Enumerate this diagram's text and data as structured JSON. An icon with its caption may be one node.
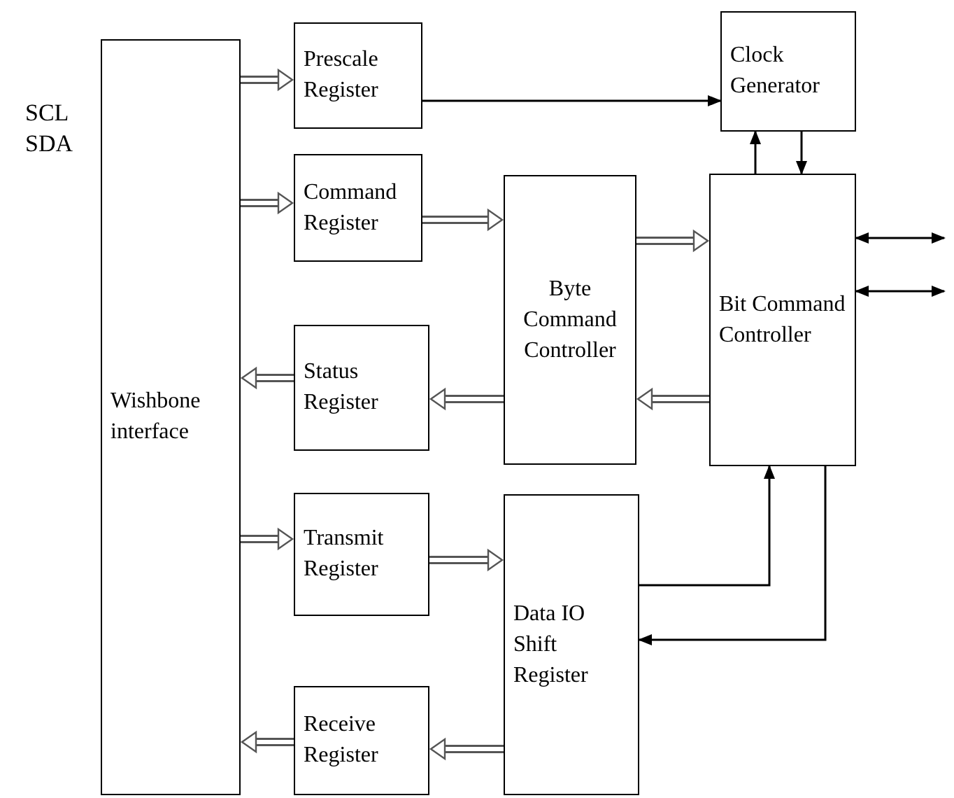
{
  "diagram": {
    "nodes": [
      {
        "text": [
          "Wishbone interface"
        ]
      },
      {
        "text": [
          "Prescale Register"
        ]
      },
      {
        "text": [
          "Clock Generator"
        ]
      },
      {
        "text": [
          "Command Register"
        ]
      },
      {
        "text": [
          "Byte Command Controller"
        ]
      },
      {
        "text": [
          "Bit Command Controller"
        ]
      },
      {
        "text": [
          "Status Register"
        ]
      },
      {
        "text": [
          "Transmit Register"
        ]
      },
      {
        "text": [
          "Data IO Shift Register"
        ]
      },
      {
        "text": [
          "Receive Register"
        ]
      }
    ],
    "edges": [
      {
        "from": 0,
        "to": 1,
        "arrow": "to"
      },
      {
        "from": 1,
        "to": 2,
        "arrow": "to"
      },
      {
        "from": 0,
        "to": 3,
        "arrow": "to"
      },
      {
        "from": 3,
        "to": 4,
        "arrow": "to"
      },
      {
        "from": 4,
        "to": 5,
        "arrow": "to"
      },
      {
        "from": 5,
        "to": 4,
        "arrow": "to"
      },
      {
        "from": 4,
        "to": 6,
        "arrow": "to"
      },
      {
        "from": 6,
        "to": 0,
        "arrow": "to"
      },
      {
        "from": 0,
        "to": 7,
        "arrow": "to"
      },
      {
        "from": 7,
        "to": 8,
        "arrow": "to"
      },
      {
        "from": 8,
        "to": 9,
        "arrow": "to"
      },
      {
        "from": 9,
        "to": 0,
        "arrow": "to"
      },
      {
        "from": 5,
        "to": 2,
        "arrow": "to"
      },
      {
        "from": 2,
        "to": 5,
        "arrow": "to"
      },
      {
        "from": 8,
        "to": 5,
        "arrow": "to"
      },
      {
        "from": 5,
        "to": 8,
        "arrow": "to"
      },
      {
        "from": 5,
        "to": null,
        "arrow": "both"
      },
      {
        "from": 5,
        "to": null,
        "arrow": "both"
      }
    ],
    "labels": [
      "SCL",
      "SDA"
    ]
  }
}
